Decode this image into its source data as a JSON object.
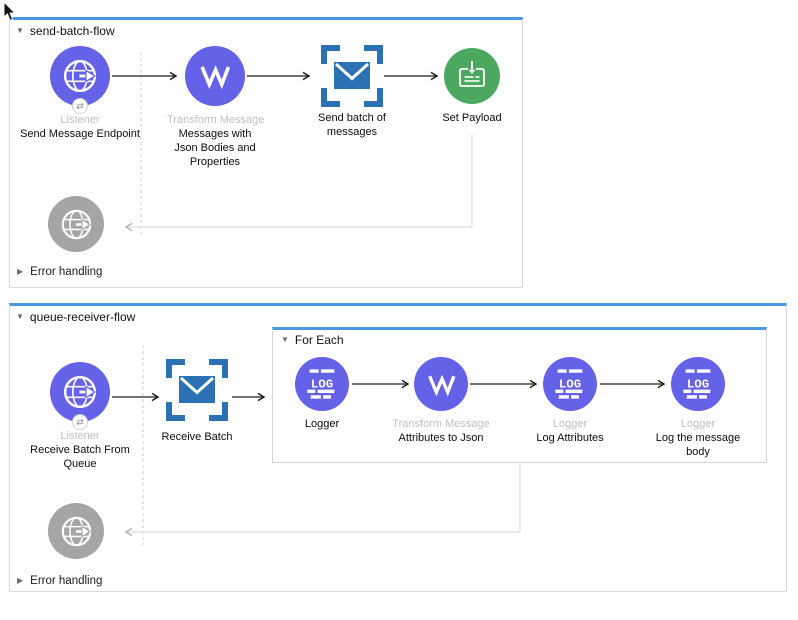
{
  "colors": {
    "accent_blue": "#4a97e2",
    "node_indigo": "#6462e6",
    "node_green": "#4ca85e",
    "batch_blue": "#2d71b5",
    "node_gray": "#a5a5a5"
  },
  "icons": {
    "logger_text": "LOG",
    "exchange_badge": "⇄",
    "collapse_expanded": "▼",
    "collapse_collapsed": "▶",
    "listener_icon": "globe-arrow-icon",
    "transform_icon": "dataweave-icon",
    "batch_icon": "envelope-brackets-icon",
    "set_payload_icon": "document-arrow-icon",
    "logger_icon": "log-lines-icon"
  },
  "flow1": {
    "title": "send-batch-flow",
    "error_handling": "Error handling",
    "listener": {
      "type": "Listener",
      "name": "Send Message Endpoint"
    },
    "transform": {
      "type": "Transform Message",
      "name": "Messages with Json Bodies and Properties"
    },
    "send_batch": {
      "name": "Send batch of messages"
    },
    "set_payload": {
      "name": "Set Payload"
    }
  },
  "flow2": {
    "title": "queue-receiver-flow",
    "error_handling": "Error handling",
    "listener": {
      "type": "Listener",
      "name": "Receive Batch From Queue"
    },
    "receive_batch": {
      "name": "Receive Batch"
    },
    "foreach": {
      "title": "For Each",
      "logger1": {
        "name": "Logger"
      },
      "transform": {
        "type": "Transform Message",
        "name": "Attributes to Json"
      },
      "logger2": {
        "type": "Logger",
        "name": "Log Attributes"
      },
      "logger3": {
        "type": "Logger",
        "name": "Log the message body"
      }
    }
  }
}
